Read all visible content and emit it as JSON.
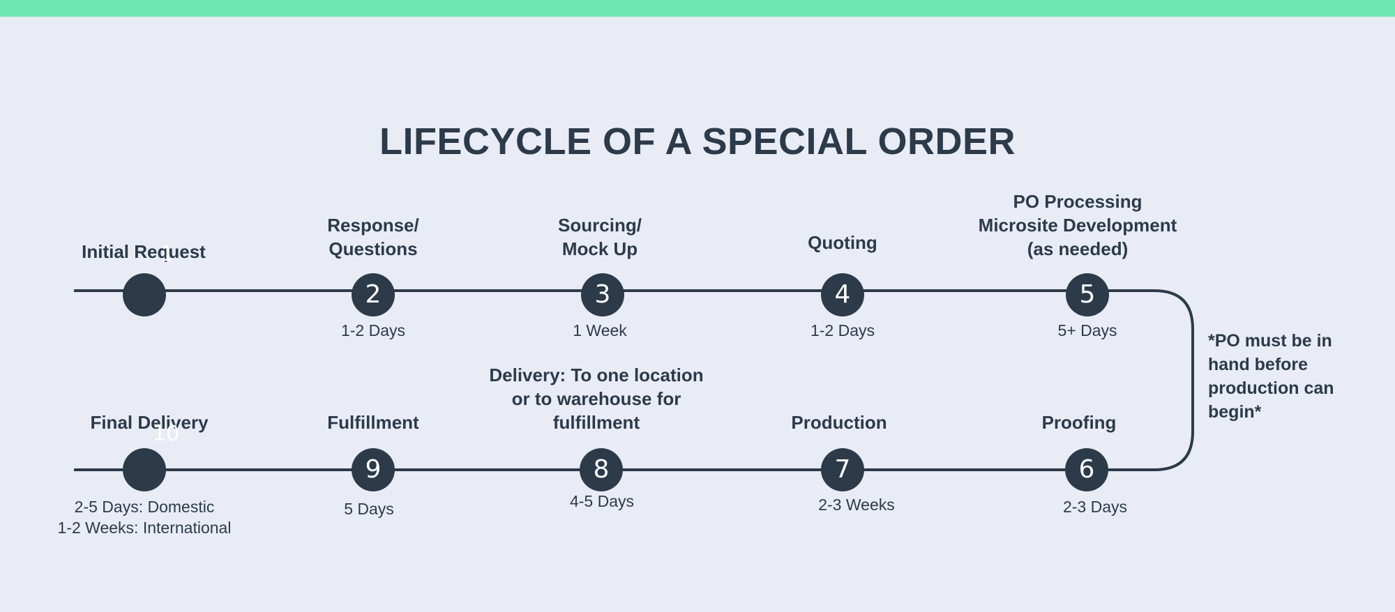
{
  "title": "LIFECYCLE OF A SPECIAL ORDER",
  "colors": {
    "accent_bar": "#6ee8b3",
    "background": "#e9ecf4",
    "dark": "#2c3a4a"
  },
  "stages": [
    {
      "number": "",
      "label": [
        "Initial Request"
      ],
      "duration": []
    },
    {
      "number": "2",
      "label": [
        "Response/",
        "Questions"
      ],
      "duration": [
        "1-2 Days"
      ]
    },
    {
      "number": "3",
      "label": [
        "Sourcing/",
        "Mock Up"
      ],
      "duration": [
        "1 Week"
      ]
    },
    {
      "number": "4",
      "label": [
        "Quoting"
      ],
      "duration": [
        "1-2 Days"
      ]
    },
    {
      "number": "5",
      "label": [
        "PO Processing",
        "Microsite Development",
        "(as needed)"
      ],
      "duration": [
        "5+ Days"
      ]
    },
    {
      "number": "6",
      "label": [
        "Proofing"
      ],
      "duration": [
        "2-3 Days"
      ]
    },
    {
      "number": "7",
      "label": [
        "Production"
      ],
      "duration": [
        "2-3 Weeks"
      ]
    },
    {
      "number": "8",
      "label": [
        "Delivery: To one location",
        "or to warehouse for",
        "fulfillment"
      ],
      "duration": [
        "4-5 Days"
      ]
    },
    {
      "number": "9",
      "label": [
        "Fulfillment"
      ],
      "duration": [
        "5 Days"
      ]
    },
    {
      "number": "",
      "label": [
        "Final Delivery"
      ],
      "duration": [
        "2-5 Days: Domestic",
        "1-2 Weeks: International"
      ]
    }
  ],
  "ghost_numbers": [
    "1",
    "10"
  ],
  "note": [
    "*PO must be in",
    "hand before",
    "production can",
    "begin*"
  ]
}
